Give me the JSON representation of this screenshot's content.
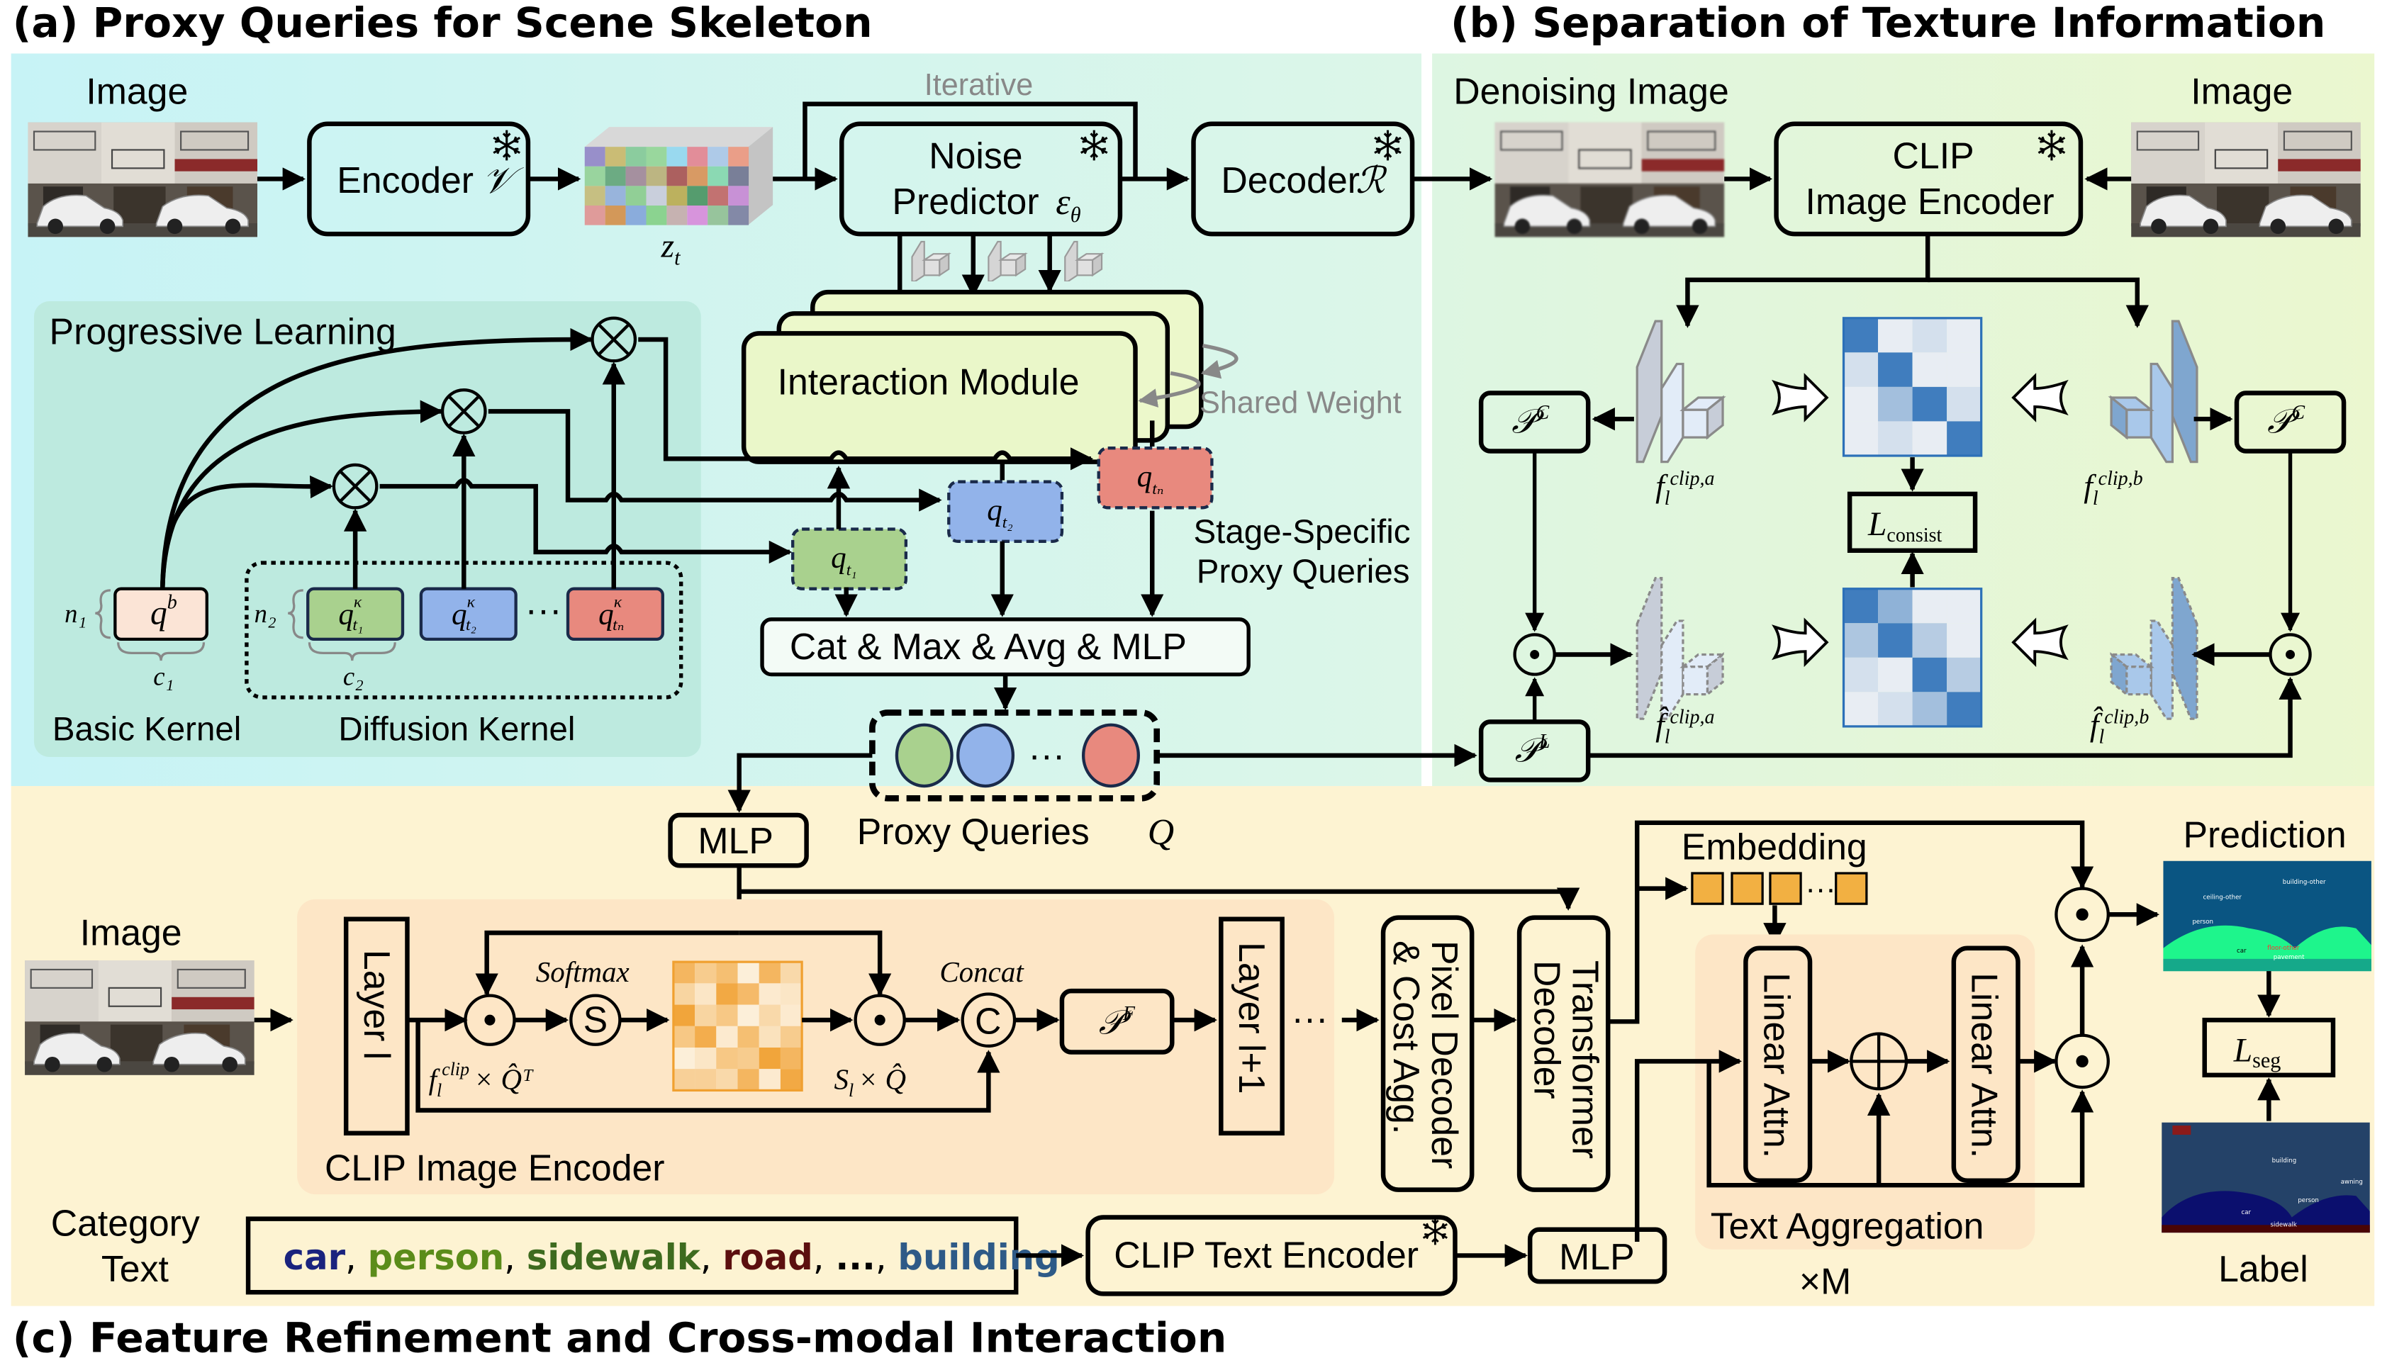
{
  "figure": {
    "panel_a": {
      "title": "(a) Proxy Queries for Scene Skeleton",
      "image_label": "Image",
      "encoder": {
        "label": "Encoder",
        "symbol": "𝒱",
        "frozen": true
      },
      "latent_label": "z",
      "latent_sub": "t",
      "iterative_label": "Iterative",
      "noise_predictor": {
        "line1": "Noise",
        "line2": "Predictor",
        "symbol": "ε",
        "sub": "θ",
        "frozen": true
      },
      "decoder": {
        "label": "Decoder",
        "symbol": "ℛ",
        "frozen": true
      },
      "interaction_module": "Interaction Module",
      "shared_weight": "Shared Weight",
      "progressive_learning": "Progressive Learning",
      "basic_kernel": {
        "label": "Basic Kernel",
        "query": "q",
        "sup": "b",
        "rows": "n₁",
        "cols": "c₁"
      },
      "diffusion_kernel": {
        "label": "Diffusion Kernel",
        "rows": "n₂",
        "cols": "c₂",
        "queries": [
          {
            "base": "q",
            "sup": "κ",
            "sub": "t₁",
            "color": "#a9d18e"
          },
          {
            "base": "q",
            "sup": "κ",
            "sub": "t₂",
            "color": "#92b3ea"
          },
          {
            "base": "q",
            "sup": "κ",
            "sub": "tₙ",
            "color": "#e8897e"
          }
        ],
        "ellipsis": "···"
      },
      "stage_queries": [
        {
          "base": "q",
          "sub": "t₁",
          "color": "#a9d18e"
        },
        {
          "base": "q",
          "sub": "t₂",
          "color": "#92b3ea"
        },
        {
          "base": "q",
          "sub": "tₙ",
          "color": "#e8897e"
        }
      ],
      "stage_specific_line1": "Stage-Specific",
      "stage_specific_line2": "Proxy Queries",
      "aggregate": "Cat & Max & Avg & MLP",
      "proxy_queries_label": "Proxy Queries",
      "proxy_queries_symbol": "Q",
      "proxy_colors": [
        "#a9d18e",
        "#92b3ea",
        "#e8897e"
      ],
      "ellipsis": "···",
      "bg_left": "#c7f3f6",
      "bg_right": "#dcf6e8",
      "inner_bg": "#bdeadf"
    },
    "panel_b": {
      "title": "(b) Separation of Texture Information",
      "denoising_image": "Denoising Image",
      "image_label": "Image",
      "clip_encoder": {
        "line1": "CLIP",
        "line2": "Image Encoder",
        "frozen": true
      },
      "pc_label": "𝒫",
      "pc_sup": "C",
      "pl_label": "𝒫",
      "pl_sup": "L",
      "feat_a": {
        "base": "f",
        "sub": "l",
        "sup": "clip,a"
      },
      "feat_b": {
        "base": "f",
        "sub": "l",
        "sup": "clip,b"
      },
      "feat_a_hat": {
        "base": "f̂",
        "sub": "l",
        "sup": "clip,a"
      },
      "feat_b_hat": {
        "base": "f̂",
        "sub": "l",
        "sup": "clip,b"
      },
      "loss": {
        "base": "L",
        "sub": "consist"
      },
      "matrix_top": [
        [
          0.9,
          0.05,
          0.15,
          0.05
        ],
        [
          0.15,
          0.9,
          0.05,
          0.05
        ],
        [
          0.05,
          0.4,
          0.9,
          0.15
        ],
        [
          0.05,
          0.15,
          0.05,
          0.9
        ]
      ],
      "matrix_bottom": [
        [
          0.9,
          0.5,
          0.05,
          0.05
        ],
        [
          0.35,
          0.9,
          0.3,
          0.05
        ],
        [
          0.15,
          0.05,
          0.9,
          0.3
        ],
        [
          0.05,
          0.15,
          0.4,
          0.9
        ]
      ],
      "bg_left": "#ddf6e2",
      "bg_right": "#ebf7cf"
    },
    "panel_c": {
      "title": "(c) Feature Refinement and Cross-modal Interaction",
      "image_label": "Image",
      "mlp_label": "MLP",
      "layer_l": "Layer l",
      "layer_l1": "Layer l+1",
      "softmax_label": "Softmax",
      "softmax_symbol": "S",
      "concat_label": "Concat",
      "concat_symbol": "C",
      "expr1": {
        "base": "f",
        "sub": "l",
        "sup": "clip",
        "rest": "× Q̂ᵀ"
      },
      "expr2": {
        "base": "S",
        "sub": "l",
        "rest": "× Q̂"
      },
      "pf_label": "𝒫",
      "pf_sup": "F",
      "clip_image_encoder": "CLIP Image Encoder",
      "pixel_decoder": {
        "line1": "Pixel Decoder",
        "line2": "& Cost Agg."
      },
      "transformer_decoder": {
        "line1": "Transformer",
        "line2": "Decoder"
      },
      "embedding": "Embedding",
      "linear_attn": "Linear Attn.",
      "text_aggregation": "Text Aggregation",
      "repeat": "×M",
      "category_label_line1": "Category",
      "category_label_line2": "Text",
      "categories": [
        {
          "text": "car",
          "color": "#1a237e"
        },
        {
          "text": "person",
          "color": "#5b8c1a"
        },
        {
          "text": "sidewalk",
          "color": "#3e6b1f"
        },
        {
          "text": "road",
          "color": "#5c0f0f"
        },
        {
          "text": "...",
          "color": "#000000"
        },
        {
          "text": "building",
          "color": "#2e5a87"
        }
      ],
      "clip_text_encoder": {
        "label": "CLIP Text Encoder",
        "frozen": true
      },
      "mlp2_label": "MLP",
      "prediction_label": "Prediction",
      "prediction_tags": [
        "building-other",
        "ceiling-other",
        "person",
        "car",
        "floor-other",
        "pavement"
      ],
      "loss": {
        "base": "L",
        "sub": "seg"
      },
      "label_label": "Label",
      "label_tags": [
        "building",
        "awning",
        "person",
        "car",
        "sidewalk"
      ],
      "bg": "#fdf3d2",
      "inner_bg": "#fde6c6",
      "embedding_color": "#f2b042",
      "heatmap": [
        [
          0.7,
          0.45,
          0.6,
          0.05,
          0.7,
          0.3
        ],
        [
          0.35,
          0.15,
          0.85,
          0.65,
          0.1,
          0.15
        ],
        [
          0.9,
          0.35,
          0.5,
          0.05,
          0.3,
          0.1
        ],
        [
          0.5,
          0.8,
          0.1,
          0.6,
          0.2,
          0.45
        ],
        [
          0.05,
          0.15,
          0.5,
          0.45,
          0.9,
          0.7
        ],
        [
          0.4,
          0.4,
          0.3,
          0.7,
          0.1,
          0.85
        ]
      ]
    }
  }
}
